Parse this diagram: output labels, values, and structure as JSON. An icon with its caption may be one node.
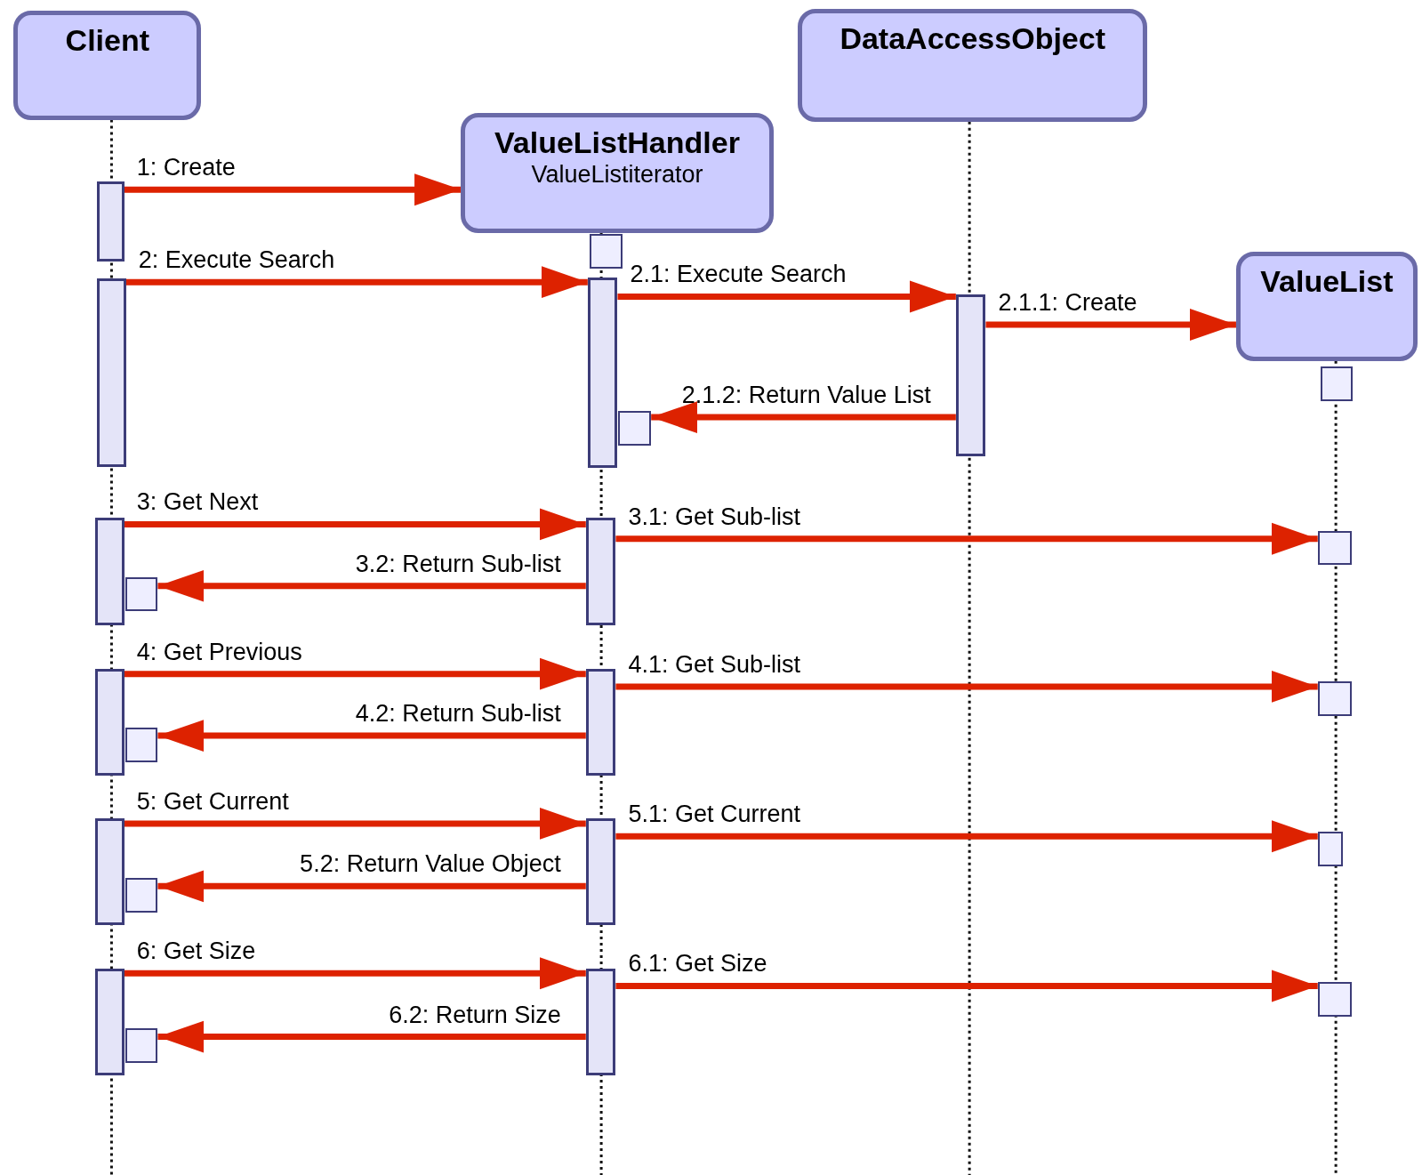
{
  "diagram": {
    "nodes": [
      {
        "text": [
          "Client"
        ]
      },
      {
        "text": [
          "ValueListHandler",
          "ValueListiterator"
        ]
      },
      {
        "text": [
          "DataAccessObject"
        ]
      },
      {
        "text": [
          "ValueList"
        ]
      },
      {
        "text": [],
        "shape": "bar"
      },
      {
        "text": [],
        "shape": "bar"
      },
      {
        "text": [],
        "shape": "bar"
      },
      {
        "text": [],
        "shape": "box"
      },
      {
        "text": [],
        "shape": "bar"
      },
      {
        "text": [],
        "shape": "box"
      },
      {
        "text": [],
        "shape": "bar"
      },
      {
        "text": [],
        "shape": "box"
      },
      {
        "text": [],
        "shape": "bar"
      },
      {
        "text": [],
        "shape": "box"
      },
      {
        "text": [],
        "shape": "box"
      },
      {
        "text": [],
        "shape": "bar"
      },
      {
        "text": [],
        "shape": "box"
      },
      {
        "text": [],
        "shape": "bar"
      },
      {
        "text": [],
        "shape": "bar"
      },
      {
        "text": [],
        "shape": "bar"
      },
      {
        "text": [],
        "shape": "bar"
      },
      {
        "text": [],
        "shape": "bar"
      },
      {
        "text": [],
        "shape": "box"
      },
      {
        "text": [],
        "shape": "box"
      },
      {
        "text": [],
        "shape": "box"
      },
      {
        "text": [],
        "shape": "box"
      },
      {
        "text": [],
        "shape": "box"
      }
    ],
    "edges": [
      {
        "from": 4,
        "to": 1,
        "arrow": "to",
        "label": "1: Create"
      },
      {
        "from": 5,
        "to": 15,
        "arrow": "to",
        "label": "2: Execute Search"
      },
      {
        "from": 15,
        "to": 21,
        "arrow": "to",
        "label": "2.1: Execute Search"
      },
      {
        "from": 21,
        "to": 3,
        "arrow": "to",
        "label": "2.1.1: Create"
      },
      {
        "from": 21,
        "to": 16,
        "arrow": "to",
        "label": "2.1.2: Return Value List"
      },
      {
        "from": 6,
        "to": 17,
        "arrow": "to",
        "label": "3: Get Next"
      },
      {
        "from": 17,
        "to": 23,
        "arrow": "to",
        "label": "3.1: Get Sub-list"
      },
      {
        "from": 17,
        "to": 7,
        "arrow": "to",
        "label": "3.2: Return Sub-list"
      },
      {
        "from": 8,
        "to": 18,
        "arrow": "to",
        "label": "4: Get Previous"
      },
      {
        "from": 18,
        "to": 24,
        "arrow": "to",
        "label": "4.1: Get Sub-list"
      },
      {
        "from": 18,
        "to": 9,
        "arrow": "to",
        "label": "4.2: Return Sub-list"
      },
      {
        "from": 10,
        "to": 19,
        "arrow": "to",
        "label": "5: Get Current"
      },
      {
        "from": 19,
        "to": 25,
        "arrow": "to",
        "label": "5.1: Get Current"
      },
      {
        "from": 19,
        "to": 11,
        "arrow": "to",
        "label": "5.2: Return Value Object"
      },
      {
        "from": 12,
        "to": 20,
        "arrow": "to",
        "label": "6: Get Size"
      },
      {
        "from": 20,
        "to": 26,
        "arrow": "to",
        "label": "6.1: Get Size"
      },
      {
        "from": 20,
        "to": 13,
        "arrow": "to",
        "label": "6.2: Return Size"
      }
    ]
  }
}
